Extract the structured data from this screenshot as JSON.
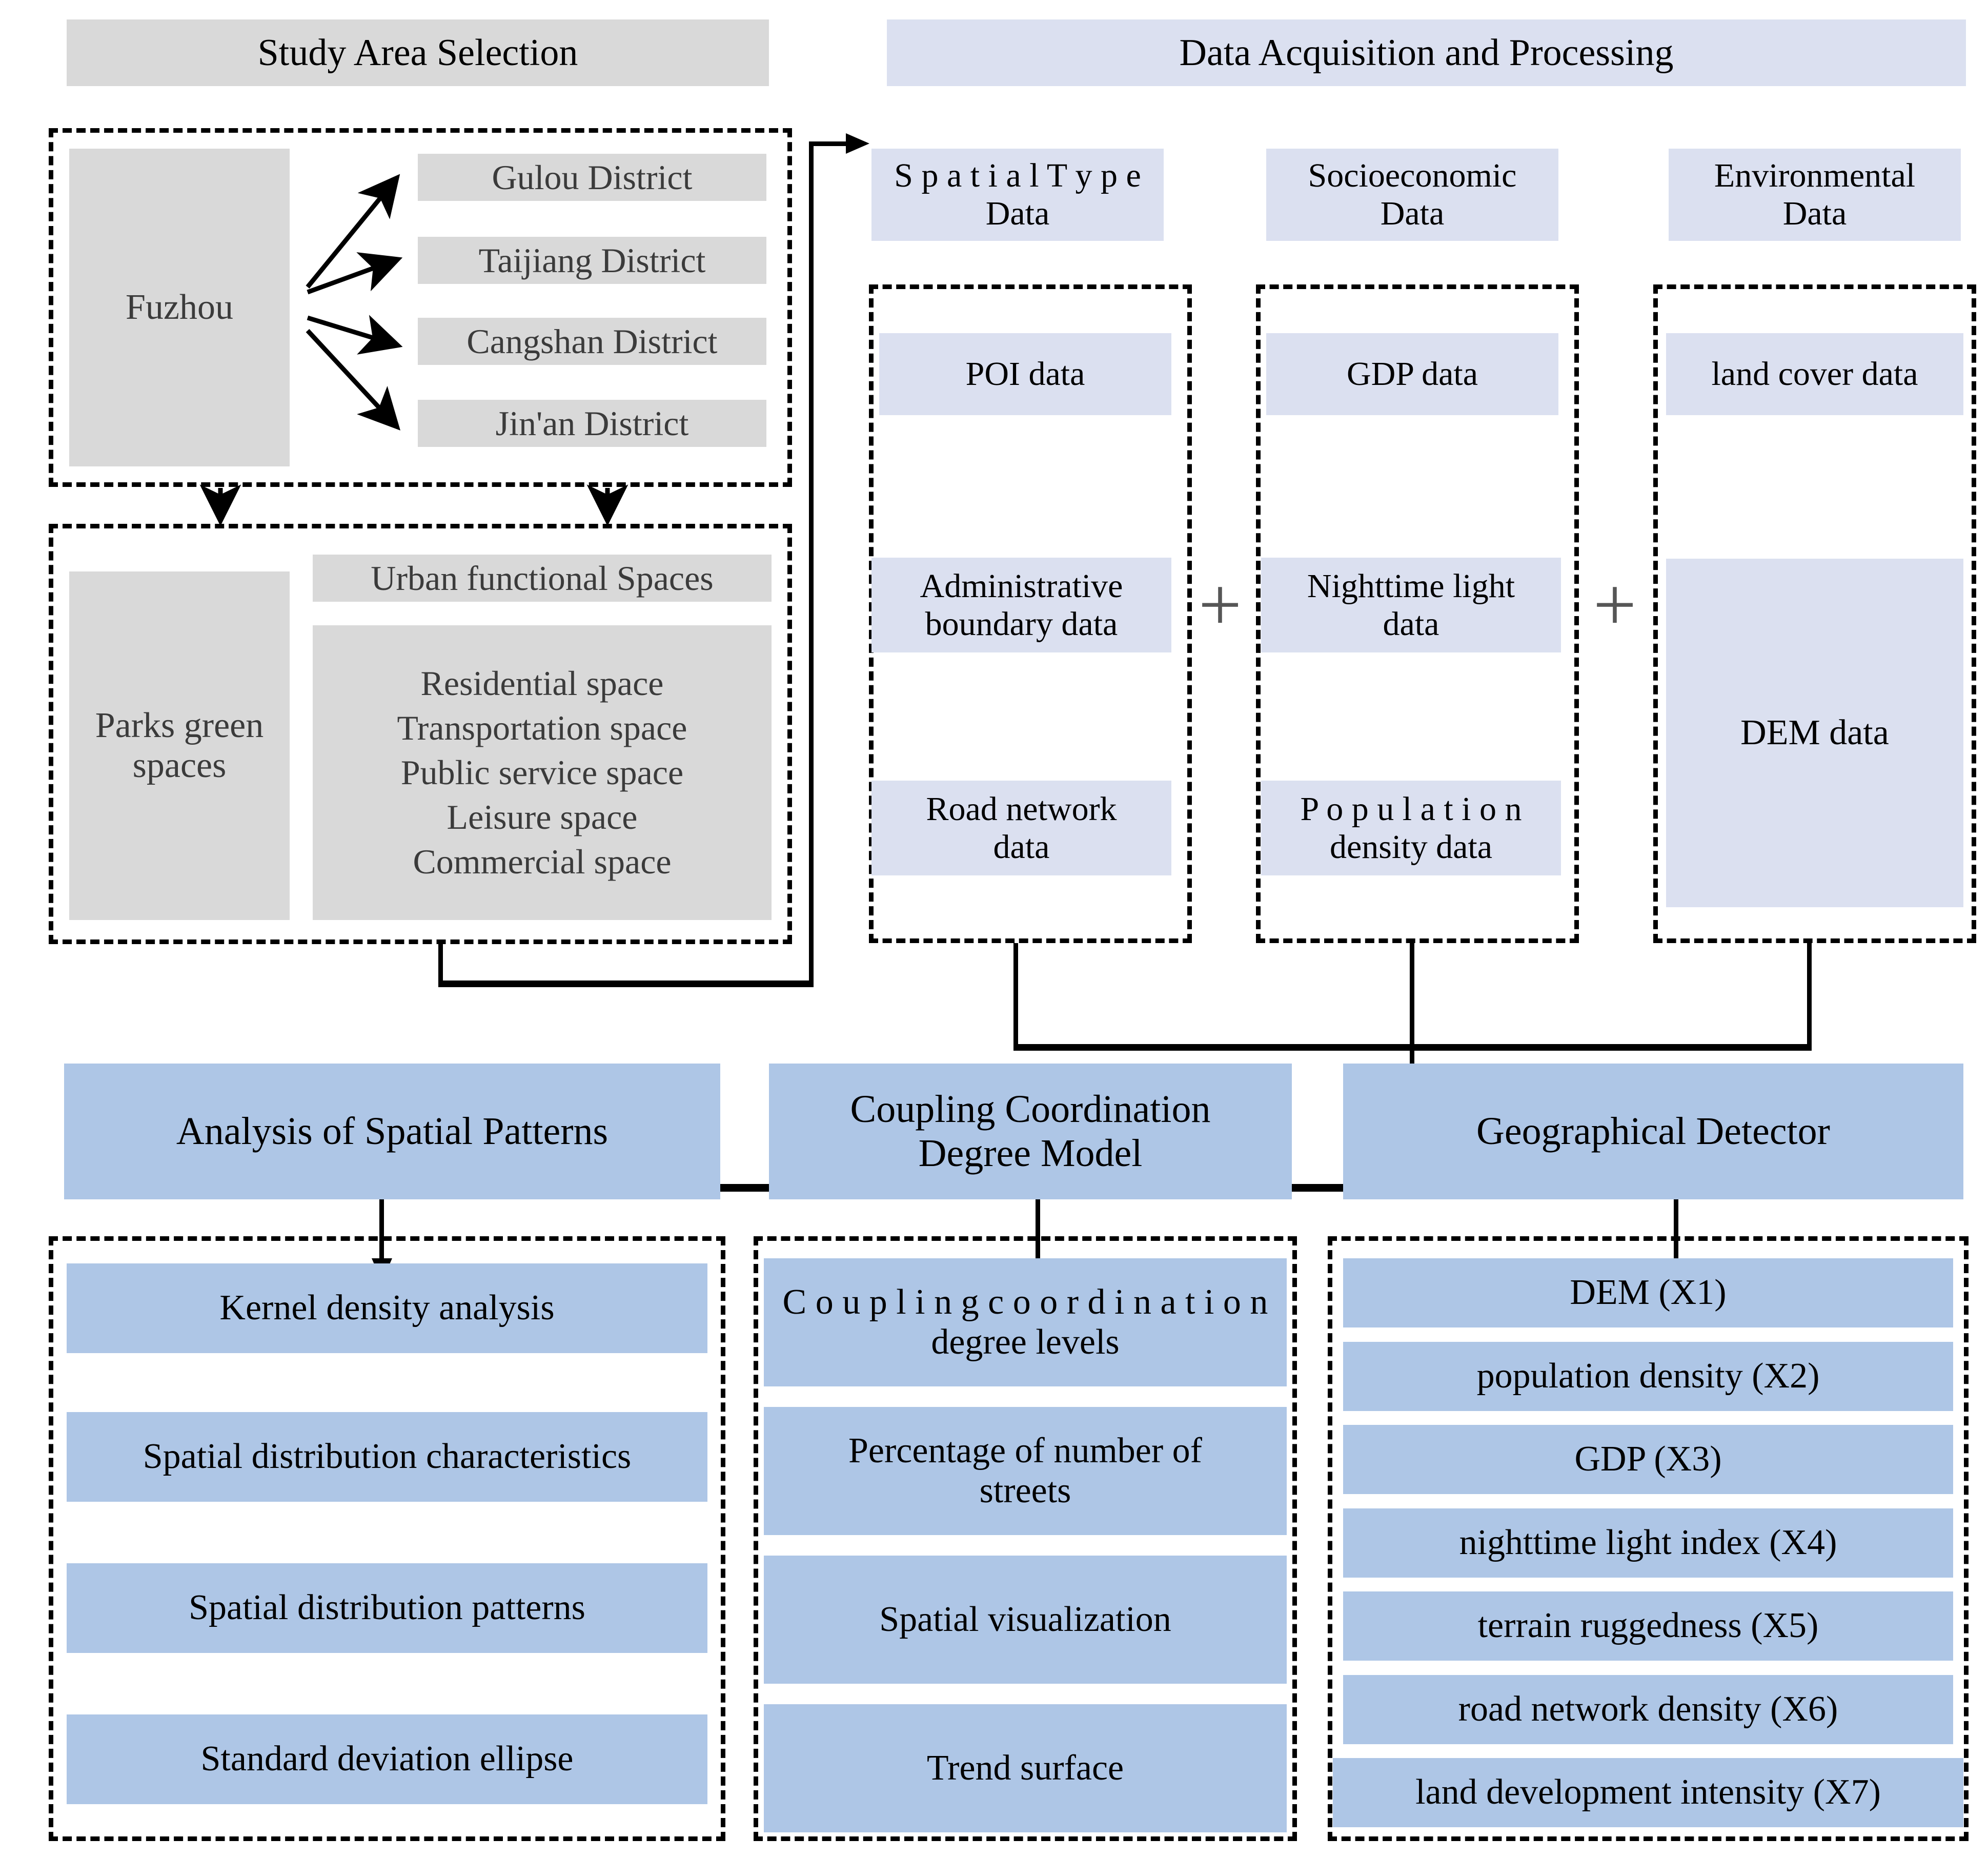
{
  "sections": {
    "study_area": {
      "title": "Study Area Selection",
      "source": "Fuzhou",
      "districts": [
        "Gulou District",
        "Taijiang District",
        "Cangshan District",
        "Jin'an District"
      ],
      "parks": "Parks  green\nspaces",
      "functional_title": "Urban functional Spaces",
      "functional_spaces": [
        "Residential space",
        "Transportation space",
        "Public service space",
        "Leisure space",
        "Commercial space"
      ]
    },
    "data_acquisition": {
      "title": "Data Acquisition and Processing",
      "plus_symbol": "+",
      "columns": [
        {
          "header": "S p a t i a l   T y p e\nData",
          "items": [
            "POI data",
            "Administrative\nboundary data",
            "Road network\ndata"
          ]
        },
        {
          "header": "Socioeconomic\nData",
          "items": [
            "GDP data",
            "Nighttime light\ndata",
            "P o p u l a t i o n\ndensity data"
          ]
        },
        {
          "header": "Environmental\nData",
          "items": [
            "land cover data",
            "DEM data"
          ]
        }
      ]
    },
    "methods": [
      {
        "title": "Analysis of Spatial Patterns",
        "items": [
          "Kernel density analysis",
          "Spatial distribution characteristics",
          "Spatial distribution patterns",
          "Standard deviation ellipse"
        ]
      },
      {
        "title": "Coupling Coordination\nDegree Model",
        "items": [
          "C o u p l i n g   c o o r d i n a t i o n\ndegree levels",
          "Percentage  of  number  of\nstreets",
          "Spatial visualization",
          "Trend surface"
        ]
      },
      {
        "title": "Geographical Detector",
        "items": [
          "DEM (X1)",
          "population density (X2)",
          "GDP (X3)",
          "nighttime light index (X4)",
          "terrain ruggedness (X5)",
          "road network density (X6)",
          "land development intensity (X7)"
        ]
      }
    ]
  },
  "colors": {
    "gray_fill": "#d9d9d9",
    "light_blue_fill": "#dbe0f0",
    "medium_blue_fill": "#aec6e6",
    "line": "#000000",
    "plus": "#565656"
  }
}
